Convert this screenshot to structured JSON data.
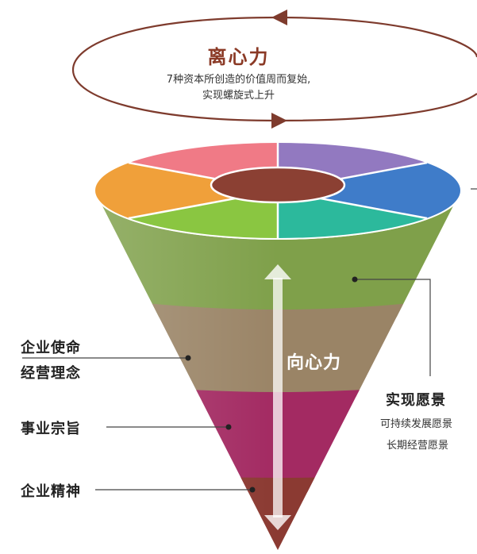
{
  "centrifugal": {
    "title": "离心力",
    "desc_line1": "7种资本所创造的价值周而复始,",
    "desc_line2": "实现螺旋式上升"
  },
  "centripetal": {
    "label": "向心力"
  },
  "left_labels": {
    "mission_line1": "企业使命",
    "mission_line2": "经营理念",
    "purpose": "事业宗旨",
    "spirit": "企业精神"
  },
  "right_labels": {
    "vision_title": "实现愿景",
    "vision_sub1": "可持续发展愿景",
    "vision_sub2": "长期经营愿景"
  },
  "colors": {
    "arrow": "#7e3b2d",
    "green_band": "#7fa04a",
    "tan_band": "#9a8466",
    "magenta_band": "#a32a62",
    "brown_tip": "#8b3a32",
    "center_disc": "#8b4033",
    "segments": [
      "#f07a86",
      "#9279c0",
      "#3f7cc9",
      "#2cb99c",
      "#8ac641",
      "#f0a03a"
    ]
  }
}
